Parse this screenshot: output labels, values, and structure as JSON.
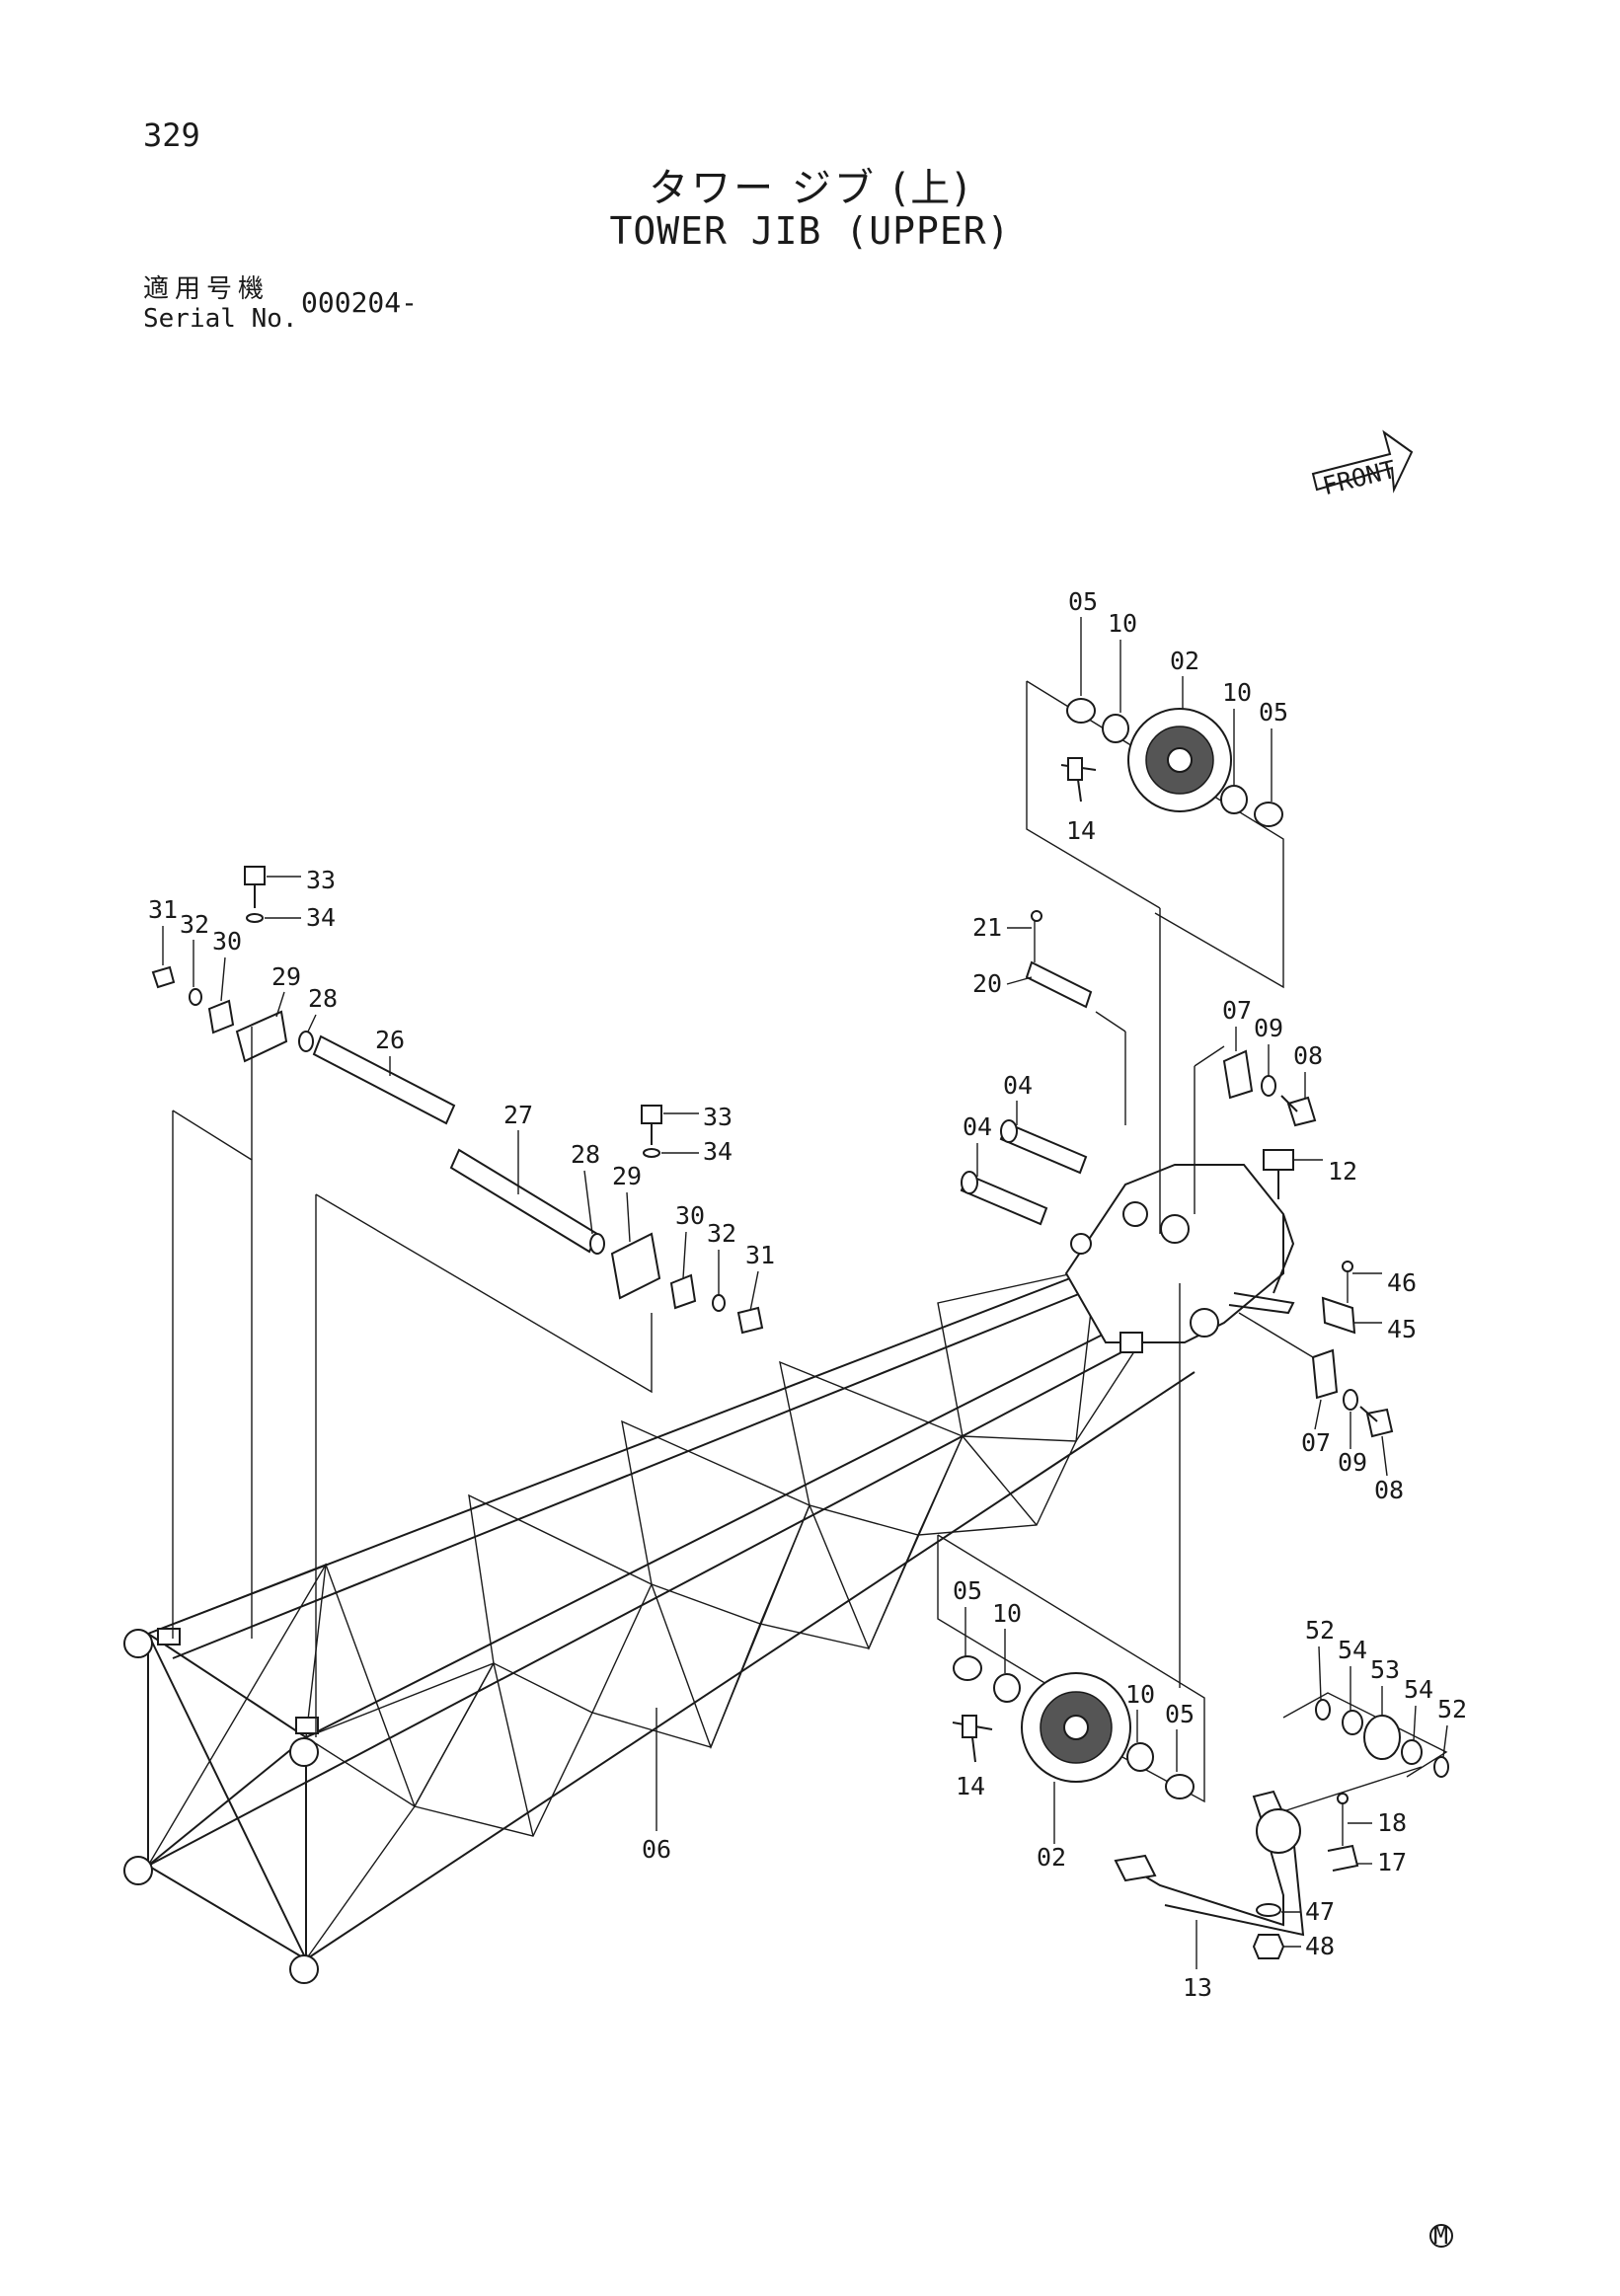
{
  "page_number": "329",
  "title_ja": "タワー ジブ (上)",
  "title_en": "TOWER JIB (UPPER)",
  "serial": {
    "label_ja": "適用号機",
    "label_en": "Serial No.",
    "value": "000204-"
  },
  "front_label": "FRONT",
  "corner_mark": "M",
  "callouts": {
    "c05a": "05",
    "c10a": "10",
    "c02a": "02",
    "c10b": "10",
    "c05b": "05",
    "c14a": "14",
    "c21": "21",
    "c20": "20",
    "c07a": "07",
    "c09a": "09",
    "c08a": "08",
    "c04a": "04",
    "c04b": "04",
    "c12": "12",
    "c46": "46",
    "c45": "45",
    "c07b": "07",
    "c09b": "09",
    "c08b": "08",
    "c33a": "33",
    "c34a": "34",
    "c31a": "31",
    "c32a": "32",
    "c30a": "30",
    "c29a": "29",
    "c28a": "28",
    "c26": "26",
    "c27": "27",
    "c28b": "28",
    "c29b": "29",
    "c33b": "33",
    "c34b": "34",
    "c30b": "30",
    "c32b": "32",
    "c31b": "31",
    "c06": "06",
    "c05c": "05",
    "c10c": "10",
    "c14b": "14",
    "c02b": "02",
    "c10d": "10",
    "c05d": "05",
    "c52a": "52",
    "c54a": "54",
    "c53": "53",
    "c54b": "54",
    "c52b": "52",
    "c18": "18",
    "c17": "17",
    "c47": "47",
    "c48": "48",
    "c13": "13"
  }
}
